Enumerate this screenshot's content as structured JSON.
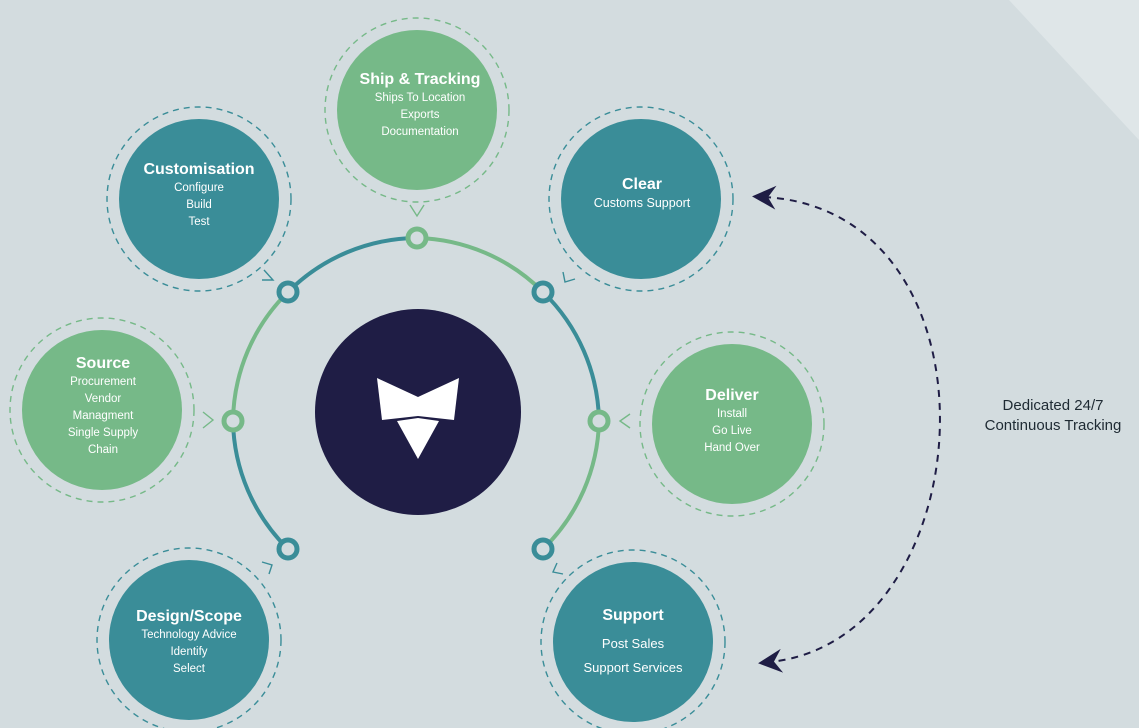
{
  "colors": {
    "background": "#d3dcdf",
    "teal": "#3a8d98",
    "green": "#76b988",
    "navy": "#1f1d45",
    "white": "#ffffff"
  },
  "logo": {
    "icon": "chevron-v-logo-icon"
  },
  "stages": [
    {
      "id": "ship-tracking",
      "color": "green",
      "title": "Ship & Tracking",
      "lines": [
        "Ships To Location",
        "Exports",
        "Documentation"
      ]
    },
    {
      "id": "customisation",
      "color": "teal",
      "title": "Customisation",
      "lines": [
        "Configure",
        "Build",
        "Test"
      ]
    },
    {
      "id": "clear",
      "color": "teal",
      "title": "Clear",
      "lines": [
        "Customs Support"
      ]
    },
    {
      "id": "source",
      "color": "green",
      "title": "Source",
      "lines": [
        "Procurement",
        "Vendor",
        "Managment",
        "Single Supply",
        "Chain"
      ]
    },
    {
      "id": "deliver",
      "color": "green",
      "title": "Deliver",
      "lines": [
        "Install",
        "Go Live",
        "Hand Over"
      ]
    },
    {
      "id": "design-scope",
      "color": "teal",
      "title": "Design/Scope",
      "lines": [
        "Technology Advice",
        "Identify",
        "Select"
      ]
    },
    {
      "id": "support",
      "color": "teal",
      "title": "Support",
      "lines": [
        "Post Sales",
        "Support Services"
      ]
    }
  ],
  "side_note": {
    "line1": "Dedicated 24/7",
    "line2": "Continuous Tracking"
  }
}
